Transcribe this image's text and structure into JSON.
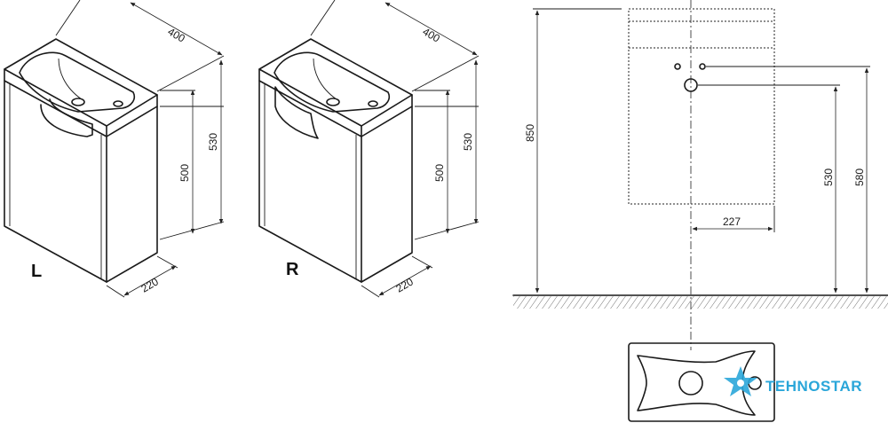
{
  "variants": {
    "left_label": "L",
    "right_label": "R"
  },
  "dimensions": {
    "left_width": "400",
    "left_height_body": "500",
    "left_height_total": "530",
    "left_depth": "220",
    "right_width": "400",
    "right_height_body": "500",
    "right_height_total": "530",
    "right_depth": "220",
    "install_height": "850",
    "drain_height": "530",
    "tap_height": "580",
    "drain_offset": "227"
  },
  "watermark": {
    "text": "TEHNOSTAR"
  },
  "colors": {
    "line": "#1a1a1a",
    "brand": "#2aa6d9"
  }
}
